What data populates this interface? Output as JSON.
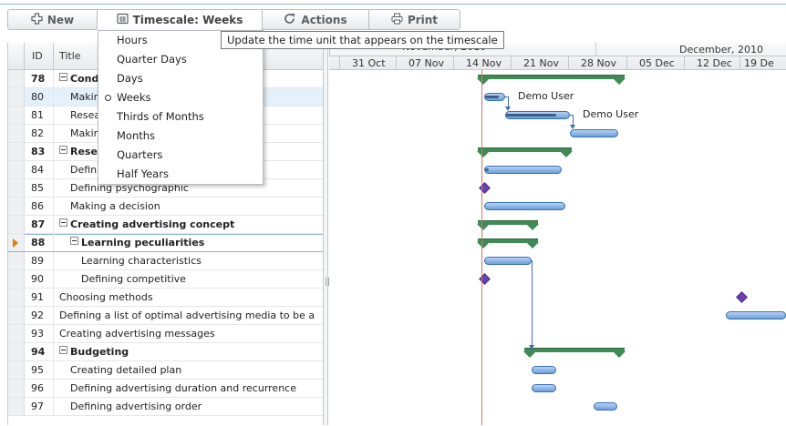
{
  "toolbar": {
    "new_label": "New",
    "timescale_label": "Timescale: Weeks",
    "actions_label": "Actions",
    "print_label": "Print"
  },
  "timescale_menu": {
    "items": [
      "Hours",
      "Quarter Days",
      "Days",
      "Weeks",
      "Thirds of Months",
      "Months",
      "Quarters",
      "Half Years"
    ],
    "selected": "Weeks",
    "tooltip": "Update the time unit that appears on the timescale"
  },
  "grid": {
    "col_id": "ID",
    "col_title": "Title",
    "rows": [
      {
        "id": "78",
        "title": "Conducting research on a market",
        "bold": true,
        "level": 0
      },
      {
        "id": "80",
        "title": "Making a profile",
        "bold": false,
        "level": 1
      },
      {
        "id": "81",
        "title": "Researching target audience",
        "bold": false,
        "level": 1
      },
      {
        "id": "82",
        "title": "Making a report",
        "bold": false,
        "level": 1
      },
      {
        "id": "83",
        "title": "Research of behavior",
        "bold": true,
        "level": 0
      },
      {
        "id": "84",
        "title": "Defining behavior characteristics",
        "bold": false,
        "level": 1
      },
      {
        "id": "85",
        "title": "Defining psychographic",
        "bold": false,
        "level": 1
      },
      {
        "id": "86",
        "title": "Making a decision",
        "bold": false,
        "level": 1
      },
      {
        "id": "87",
        "title": "Creating advertising concept",
        "bold": true,
        "level": 0
      },
      {
        "id": "88",
        "title": "Learning peculiarities",
        "bold": true,
        "level": 1
      },
      {
        "id": "89",
        "title": "Learning characteristics",
        "bold": false,
        "level": 2
      },
      {
        "id": "90",
        "title": "Defining competitive",
        "bold": false,
        "level": 2
      },
      {
        "id": "91",
        "title": "Choosing methods",
        "bold": false,
        "level": 0
      },
      {
        "id": "92",
        "title": "Defining a list of optimal advertising media to be a",
        "bold": false,
        "level": 0
      },
      {
        "id": "93",
        "title": "Creating advertising messages",
        "bold": false,
        "level": 0
      },
      {
        "id": "94",
        "title": "Budgeting",
        "bold": true,
        "level": 0
      },
      {
        "id": "95",
        "title": "Creating detailed plan",
        "bold": false,
        "level": 1
      },
      {
        "id": "96",
        "title": "Defining advertising duration and recurrence",
        "bold": false,
        "level": 1
      },
      {
        "id": "97",
        "title": "Defining advertising order",
        "bold": false,
        "level": 1
      }
    ]
  },
  "timeline": {
    "months": [
      "November, 2010",
      "December, 2010"
    ],
    "weeks": [
      "31 Oct",
      "07 Nov",
      "14 Nov",
      "21 Nov",
      "28 Nov",
      "05 Dec",
      "12 Dec",
      "19 De"
    ],
    "resource_labels": [
      "Demo User",
      "Demo User"
    ]
  },
  "colors": {
    "task_blue": "#6c9fdc",
    "summary_green": "#3f8a55",
    "milestone_purple": "#6a3fb0",
    "today_line": "#d0785a",
    "selected_row": "#e4f1fb"
  }
}
